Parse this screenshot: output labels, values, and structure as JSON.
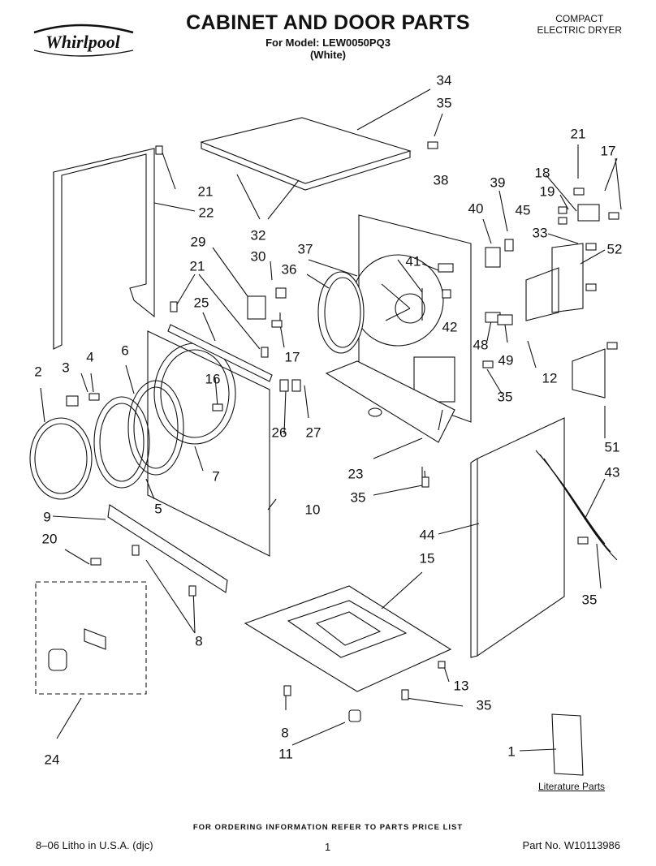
{
  "header": {
    "brand": "Whirlpool",
    "title": "CABINET AND DOOR PARTS",
    "model_line": "For Model: LEW0050PQ3",
    "color_line": "(White)",
    "product_line1": "COMPACT",
    "product_line2": "ELECTRIC DRYER"
  },
  "callouts": [
    "34",
    "35",
    "21",
    "17",
    "18",
    "19",
    "38",
    "39",
    "40",
    "45",
    "33",
    "52",
    "21",
    "22",
    "32",
    "29",
    "30",
    "37",
    "36",
    "41",
    "21",
    "25",
    "42",
    "17",
    "48",
    "49",
    "12",
    "35",
    "3",
    "4",
    "6",
    "16",
    "2",
    "26",
    "27",
    "23",
    "35",
    "51",
    "43",
    "7",
    "5",
    "10",
    "9",
    "44",
    "15",
    "20",
    "8",
    "35",
    "24",
    "13",
    "35",
    "8",
    "11",
    "1"
  ],
  "literature_label": "Literature Parts",
  "footer": {
    "ordering": "FOR ORDERING INFORMATION REFER TO PARTS PRICE LIST",
    "litho": "8–06 Litho in U.S.A. (djc)",
    "page": "1",
    "part_no": "Part No. W10113986"
  },
  "colors": {
    "ink": "#111111",
    "paper": "#ffffff"
  }
}
